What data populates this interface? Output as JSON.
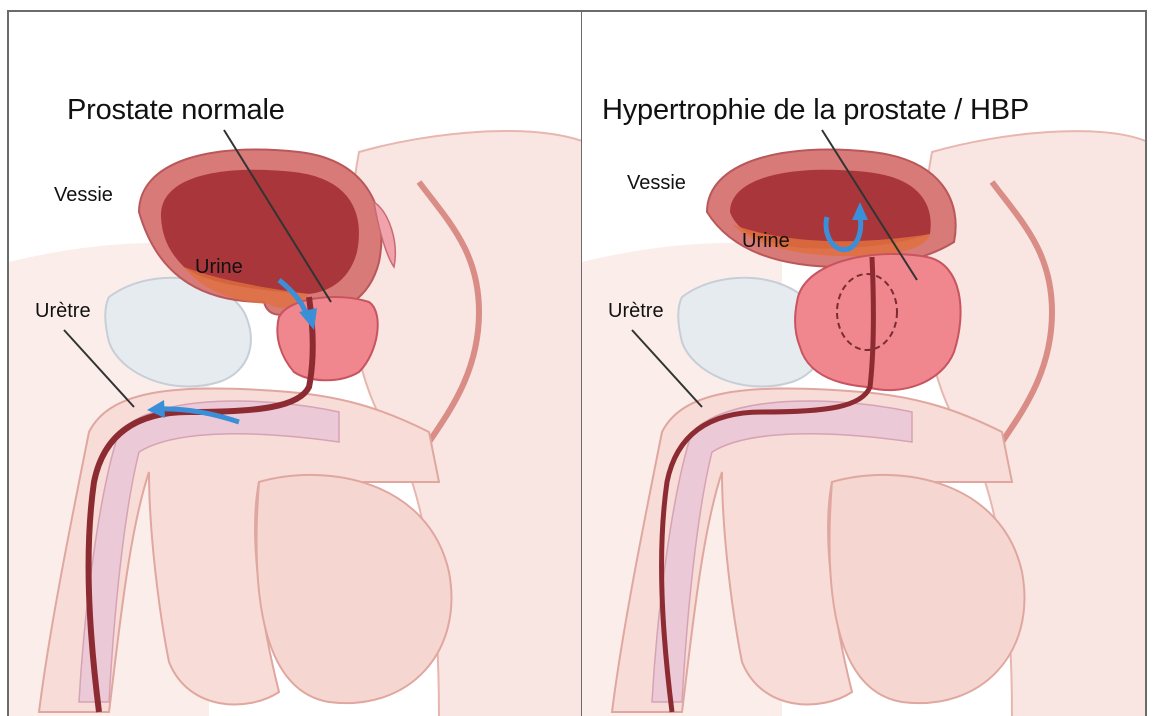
{
  "panels": {
    "normal": {
      "title": "Prostate normale",
      "labels": {
        "bladder": "Vessie",
        "urine": "Urine",
        "urethra": "Urètre"
      }
    },
    "bph": {
      "title": "Hypertrophie de la prostate / HBP",
      "labels": {
        "bladder": "Vessie",
        "urine": "Urine",
        "urethra": "Urètre"
      }
    }
  },
  "colors": {
    "skin": "#f9e4df",
    "tissue_line": "#d98d86",
    "bladder_wall": "#d87a78",
    "bladder_inner": "#a8363a",
    "prostate": "#f0868e",
    "urethra": "#8c2c32",
    "arrow": "#3b8fd9",
    "spongy": "#ecc9d6"
  }
}
